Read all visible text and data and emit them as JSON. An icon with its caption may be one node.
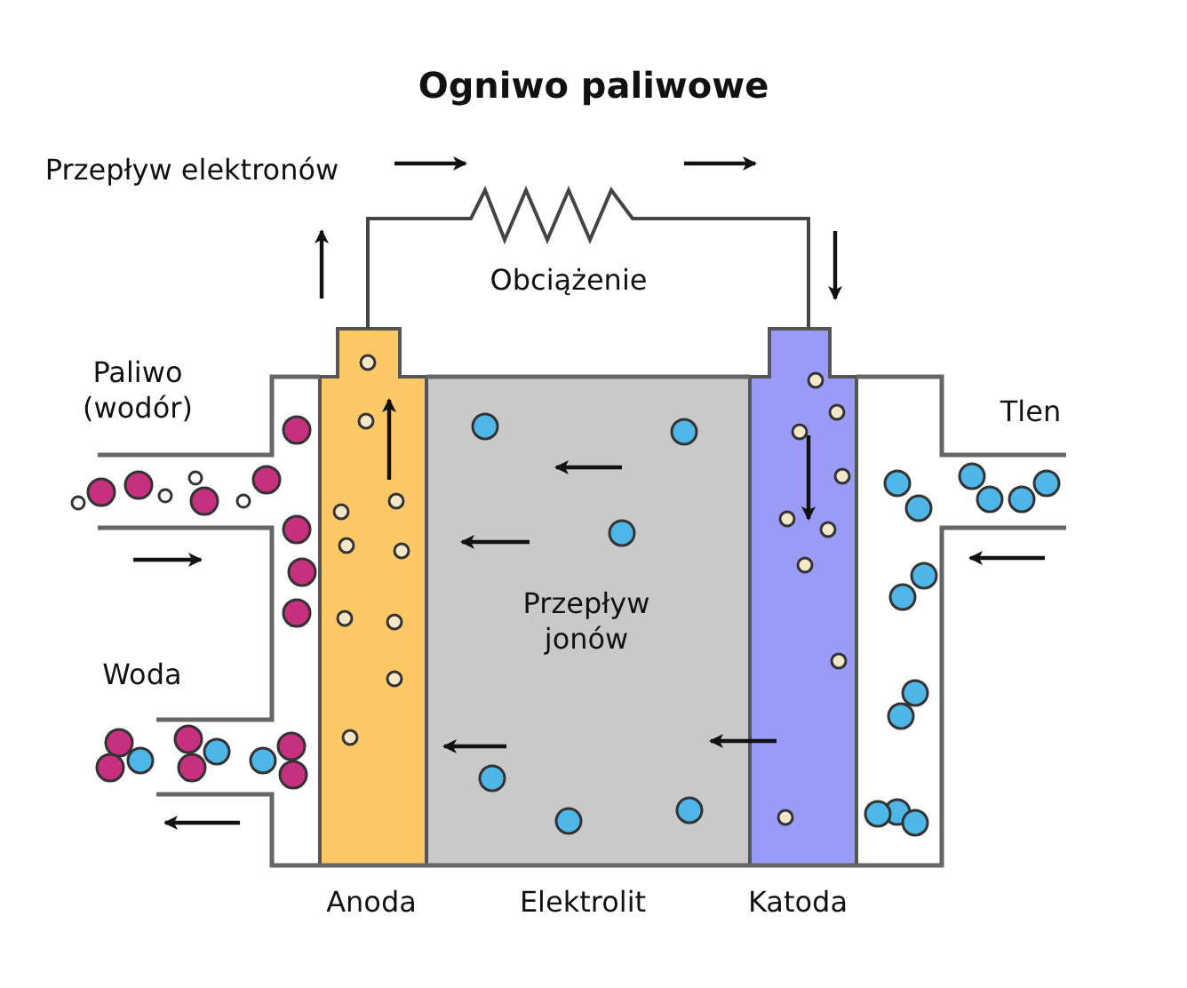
{
  "diagram": {
    "title": "Ogniwo paliwowe",
    "labels": [
      "Przepływ elektronów",
      "Obciążenie",
      "Paliwo (wodór)",
      "Tlen",
      "Przepływ jonów",
      "Woda",
      "Anoda",
      "Elektrolit",
      "Katoda"
    ]
  }
}
